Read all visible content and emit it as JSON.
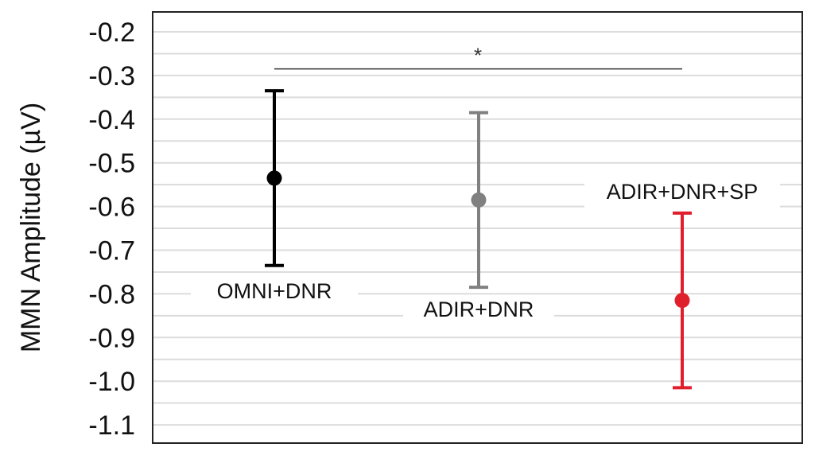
{
  "chart_data": {
    "type": "scatter",
    "title": "",
    "xlabel": "",
    "ylabel": "MMN Amplitude (µV)",
    "y_ticks": [
      "-0.2",
      "-0.3",
      "-0.4",
      "-0.5",
      "-0.6",
      "-0.7",
      "-0.8",
      "-0.9",
      "-1.0",
      "-1.1"
    ],
    "ylim": [
      -1.15,
      -0.15
    ],
    "y_inverted": true,
    "grid": "horizontal minor lines",
    "series": [
      {
        "name": "OMNI+DNR",
        "mean": -0.535,
        "lower": -0.735,
        "upper": -0.335,
        "color": "#000000"
      },
      {
        "name": "ADIR+DNR",
        "mean": -0.585,
        "lower": -0.785,
        "upper": -0.385,
        "color": "#808080"
      },
      {
        "name": "ADIR+DNR+SP",
        "mean": -0.815,
        "lower": -1.015,
        "upper": -0.615,
        "color": "#e01f2d"
      }
    ],
    "annotations": [
      {
        "text": "*",
        "type": "significance-bracket",
        "from": "OMNI+DNR",
        "to": "ADIR+DNR+SP",
        "y": -0.285
      }
    ]
  }
}
